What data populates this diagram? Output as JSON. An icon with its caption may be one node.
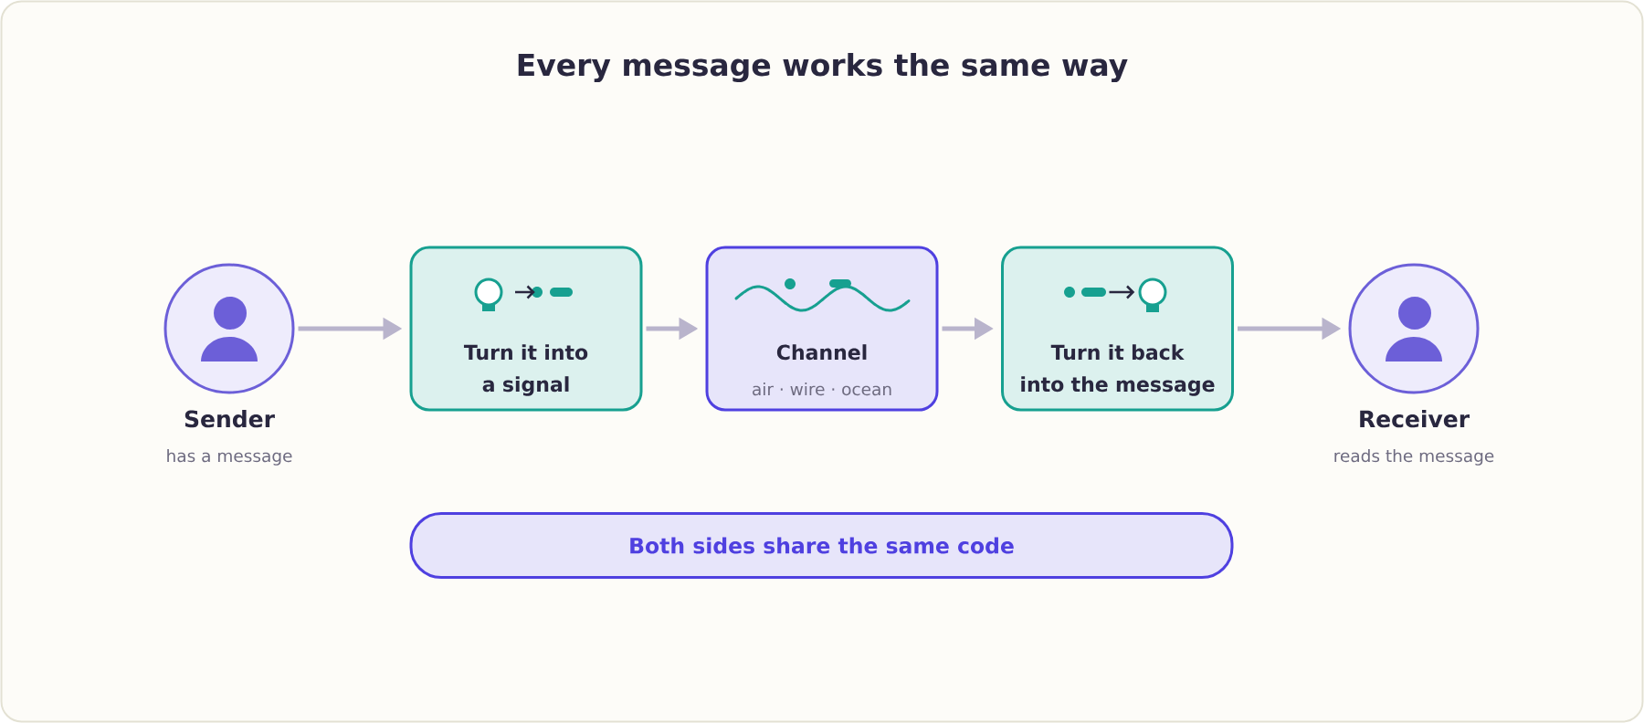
{
  "diagram": {
    "title": "Every message works the same way",
    "nodes": [
      {
        "text": [
          "Sender",
          "has a message"
        ]
      },
      {
        "text": [
          "Turn it into a signal"
        ]
      },
      {
        "text": [
          "Channel",
          "air · wire · ocean"
        ]
      },
      {
        "text": [
          "Turn it back into the message"
        ]
      },
      {
        "text": [
          "Receiver",
          "reads the message"
        ]
      },
      {
        "text": [
          "Both sides share the same code"
        ]
      }
    ],
    "edges": [
      {
        "from": 0,
        "to": 1,
        "arrow": "to"
      },
      {
        "from": 1,
        "to": 2,
        "arrow": "to"
      },
      {
        "from": 2,
        "to": 3,
        "arrow": "to"
      },
      {
        "from": 3,
        "to": 4,
        "arrow": "to"
      }
    ]
  }
}
